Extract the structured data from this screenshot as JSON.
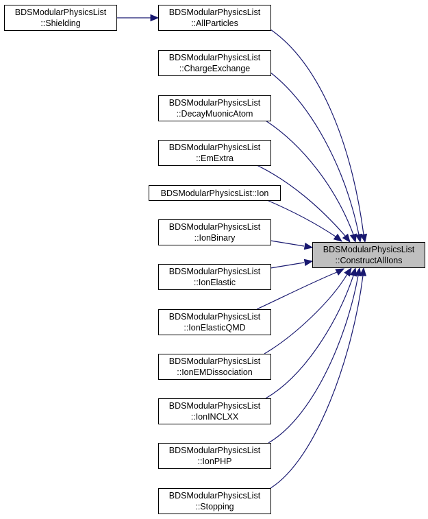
{
  "graph": {
    "colors": {
      "edge": "#191970",
      "node_border": "#000000",
      "target_fill": "#bfbfbf",
      "node_fill": "#ffffff"
    },
    "nodes": [
      {
        "id": "shielding",
        "lines": [
          "BDSModularPhysicsList",
          "::Shielding"
        ],
        "highlight": false
      },
      {
        "id": "allparticles",
        "lines": [
          "BDSModularPhysicsList",
          "::AllParticles"
        ],
        "highlight": false
      },
      {
        "id": "chargeexchange",
        "lines": [
          "BDSModularPhysicsList",
          "::ChargeExchange"
        ],
        "highlight": false
      },
      {
        "id": "decaymuonicatom",
        "lines": [
          "BDSModularPhysicsList",
          "::DecayMuonicAtom"
        ],
        "highlight": false
      },
      {
        "id": "emextra",
        "lines": [
          "BDSModularPhysicsList",
          "::EmExtra"
        ],
        "highlight": false
      },
      {
        "id": "ion",
        "lines": [
          "BDSModularPhysicsList::Ion"
        ],
        "highlight": false
      },
      {
        "id": "ionbinary",
        "lines": [
          "BDSModularPhysicsList",
          "::IonBinary"
        ],
        "highlight": false
      },
      {
        "id": "ionelastic",
        "lines": [
          "BDSModularPhysicsList",
          "::IonElastic"
        ],
        "highlight": false
      },
      {
        "id": "ionelasticqmd",
        "lines": [
          "BDSModularPhysicsList",
          "::IonElasticQMD"
        ],
        "highlight": false
      },
      {
        "id": "ionemdissociation",
        "lines": [
          "BDSModularPhysicsList",
          "::IonEMDissociation"
        ],
        "highlight": false
      },
      {
        "id": "ioninclxx",
        "lines": [
          "BDSModularPhysicsList",
          "::IonINCLXX"
        ],
        "highlight": false
      },
      {
        "id": "ionphp",
        "lines": [
          "BDSModularPhysicsList",
          "::IonPHP"
        ],
        "highlight": false
      },
      {
        "id": "stopping",
        "lines": [
          "BDSModularPhysicsList",
          "::Stopping"
        ],
        "highlight": false
      },
      {
        "id": "constructallions",
        "lines": [
          "BDSModularPhysicsList",
          "::ConstructAllIons"
        ],
        "highlight": true
      }
    ],
    "edges": [
      {
        "from": "shielding",
        "to": "allparticles"
      },
      {
        "from": "allparticles",
        "to": "constructallions"
      },
      {
        "from": "chargeexchange",
        "to": "constructallions"
      },
      {
        "from": "decaymuonicatom",
        "to": "constructallions"
      },
      {
        "from": "emextra",
        "to": "constructallions"
      },
      {
        "from": "ion",
        "to": "constructallions"
      },
      {
        "from": "ionbinary",
        "to": "constructallions"
      },
      {
        "from": "ionelastic",
        "to": "constructallions"
      },
      {
        "from": "ionelasticqmd",
        "to": "constructallions"
      },
      {
        "from": "ionemdissociation",
        "to": "constructallions"
      },
      {
        "from": "ioninclxx",
        "to": "constructallions"
      },
      {
        "from": "ionphp",
        "to": "constructallions"
      },
      {
        "from": "stopping",
        "to": "constructallions"
      }
    ]
  }
}
